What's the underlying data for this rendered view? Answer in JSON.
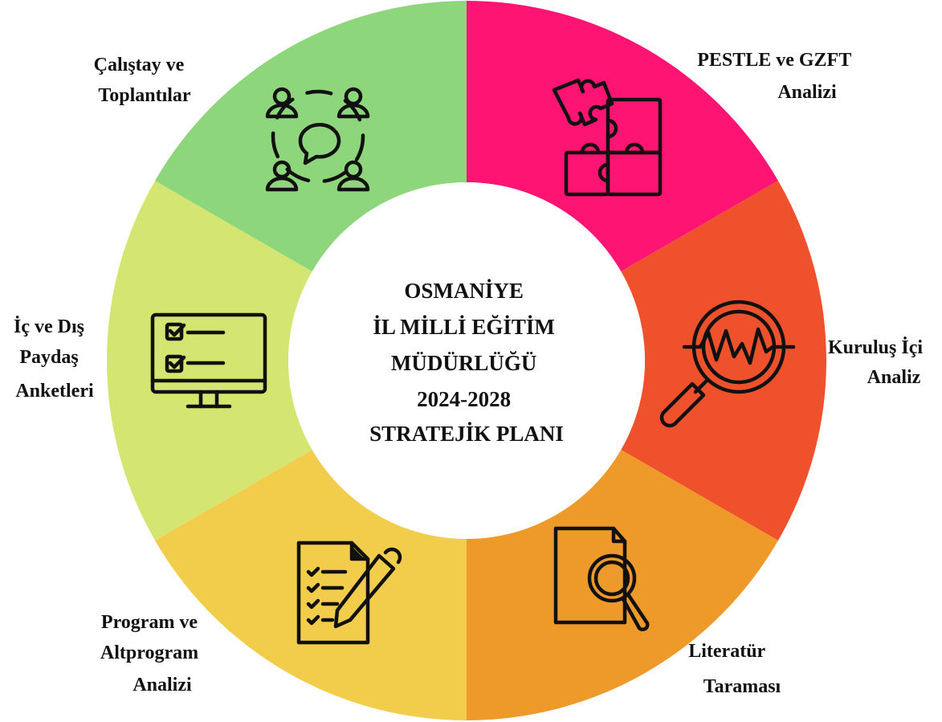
{
  "center_title": [
    "OSMANİYE",
    "İL MİLLİ EĞİTİM",
    "MÜDÜRLÜĞÜ",
    "2024-2028",
    "STRATEJİK PLANI"
  ],
  "segments": [
    {
      "id": "pestle",
      "lines": [
        "PESTLE ve GZFT",
        "Analizi"
      ],
      "color": "#fe1473",
      "icon": "puzzle-icon"
    },
    {
      "id": "kurulus",
      "lines": [
        "Kuruluş İçi",
        "Analiz"
      ],
      "color": "#ef512c",
      "icon": "magnifier-chart-icon"
    },
    {
      "id": "literatur",
      "lines": [
        "Literatür",
        "Taraması"
      ],
      "color": "#ed9a2b",
      "icon": "document-search-icon"
    },
    {
      "id": "program",
      "lines": [
        "Program ve",
        "Altprogram",
        "Analizi"
      ],
      "color": "#f2cd4c",
      "icon": "checklist-pen-icon"
    },
    {
      "id": "paydas",
      "lines": [
        "İç ve Dış",
        "Paydaş",
        "Anketleri"
      ],
      "color": "#d4e671",
      "icon": "monitor-checklist-icon"
    },
    {
      "id": "calistay",
      "lines": [
        "Çalıştay ve",
        "Toplantılar"
      ],
      "color": "#8dd67b",
      "icon": "meeting-icon"
    }
  ]
}
